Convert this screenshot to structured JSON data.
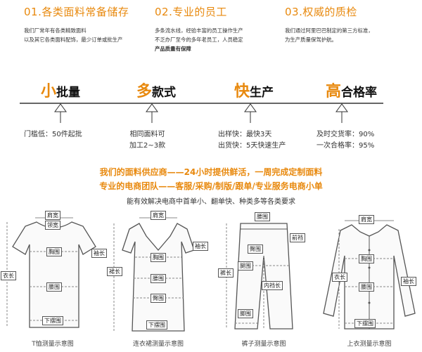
{
  "header": {
    "item1": {
      "title": "01.各类面料常备储存",
      "desc_lines": [
        "我们厂常年有各类精致面料",
        "以及其它各类面料配饰，最少订单或批生产"
      ]
    },
    "item2": {
      "title": "02.专业的员工",
      "desc_lines": [
        "多条流水线，经验丰富的员工操作生产",
        "不乏办厂至今的多年老员工，人员稳定",
        "产品质量有保障"
      ]
    },
    "item3": {
      "title": "03.权威的质检",
      "desc_lines": [
        "我们通过阿里巴巴制定的第三方标准，",
        "为生产质量保驾护航。"
      ]
    }
  },
  "features": [
    {
      "big": "小",
      "rest": "批量",
      "details": [
        "门槛低：50件起批"
      ]
    },
    {
      "big": "多",
      "rest": "款式",
      "details": [
        "相同面料可",
        "加工2~3款"
      ]
    },
    {
      "big": "快",
      "rest": "生产",
      "details": [
        "出样快：最快3天",
        "出货快：5天快速生产"
      ]
    },
    {
      "big": "高",
      "rest": "合格率",
      "details": [
        "及时交货率：90%",
        "一次合格率：95%"
      ]
    }
  ],
  "slogan": {
    "line1": "我们的面料供应商——24小时提供鲜活，一周完成定制面料",
    "line2": "专业的电商团队——客服/采购/制版/跟单/专业服务电商小单",
    "line3": "能有效解决电商中首单小、翻单快、种类多等各类要求"
  },
  "diagrams": [
    {
      "caption": "T恤测量示意图",
      "tags": {
        "shoulder": "肩宽",
        "neck": "领宽",
        "sleeve": "袖长",
        "length": "衣长",
        "chest": "胸围",
        "waist": "腰围",
        "hem": "下摆围"
      }
    },
    {
      "caption": "连衣裙测量示意图",
      "tags": {
        "shoulder": "肩宽",
        "sleeve": "袖长",
        "chest": "胸围",
        "length": "裙长",
        "waist": "腰围",
        "hip": "臀围",
        "hem": "下摆围"
      }
    },
    {
      "caption": "裤子测量示意图",
      "tags": {
        "waist": "腰围",
        "rise": "前裆",
        "hip": "臀围",
        "length": "裤长",
        "thigh": "腿围",
        "inseam": "内裆长",
        "foot": "脚围"
      }
    },
    {
      "caption": "上衣测量示意图",
      "tags": {
        "shoulder": "肩宽",
        "chest": "胸围",
        "length": "衣长",
        "waist": "腰围",
        "sleeve": "袖长",
        "hem": "下摆围"
      }
    }
  ],
  "colors": {
    "accent": "#e8890e",
    "line": "#333333"
  }
}
